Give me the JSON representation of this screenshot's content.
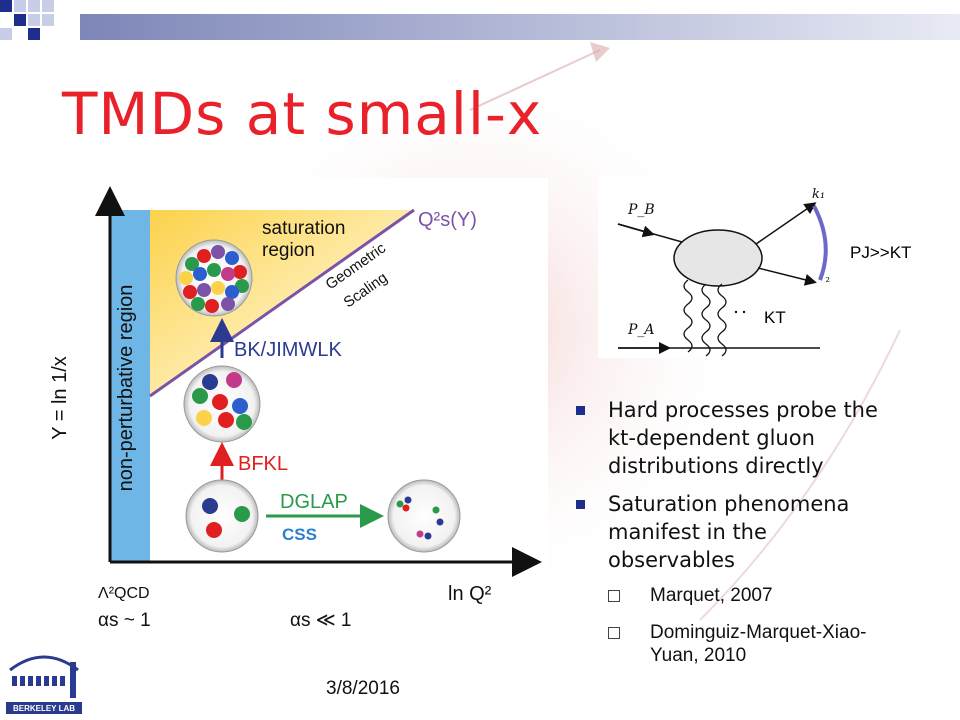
{
  "slide": {
    "title": "TMDs at small-x",
    "date": "3/8/2016",
    "accent_color": "#e8212a",
    "bullet_color": "#1d2e8c"
  },
  "diagram": {
    "y_axis_label": "Y = ln 1/x",
    "x_axis_label": "ln Q²",
    "x_axis_origin_label": "Λ²QCD",
    "alpha_strong": "αs ~ 1",
    "alpha_weak": "αs ≪ 1",
    "nonperturbative_label": "non-perturbative region",
    "saturation_label_line1": "saturation",
    "saturation_label_line2": "region",
    "saturation_scale_label": "Q²s(Y)",
    "geometric_label_line1": "Geometric",
    "geometric_label_line2": "Scaling",
    "bk_label": "BK/JIMWLK",
    "bfkl_label": "BFKL",
    "dglap_label": "DGLAP",
    "css_label": "CSS",
    "colors": {
      "nonperturbative_band": "#6db6e6",
      "saturation_fill": "#fcd24a",
      "arrow_blue": "#2b3b8f",
      "arrow_red": "#e02020",
      "arrow_green": "#2a9a4a",
      "scaling_line": "#7b52a8"
    }
  },
  "feynman": {
    "pb_label": "P_B",
    "pa_label": "P_A",
    "k1_label": "k₁",
    "k2_label": "₂",
    "pj_annotation": "PJ>>KT",
    "kt_annotation": "KT"
  },
  "bullets": [
    {
      "text": "Hard processes probe the kt-dependent gluon distributions directly"
    },
    {
      "text": "Saturation phenomena manifest in the observables"
    }
  ],
  "sub_bullets": [
    {
      "text": "Marquet, 2007"
    },
    {
      "text": "Dominguiz-Marquet-Xiao-Yuan, 2010"
    }
  ],
  "logo": {
    "text": "BERKELEY LAB"
  }
}
